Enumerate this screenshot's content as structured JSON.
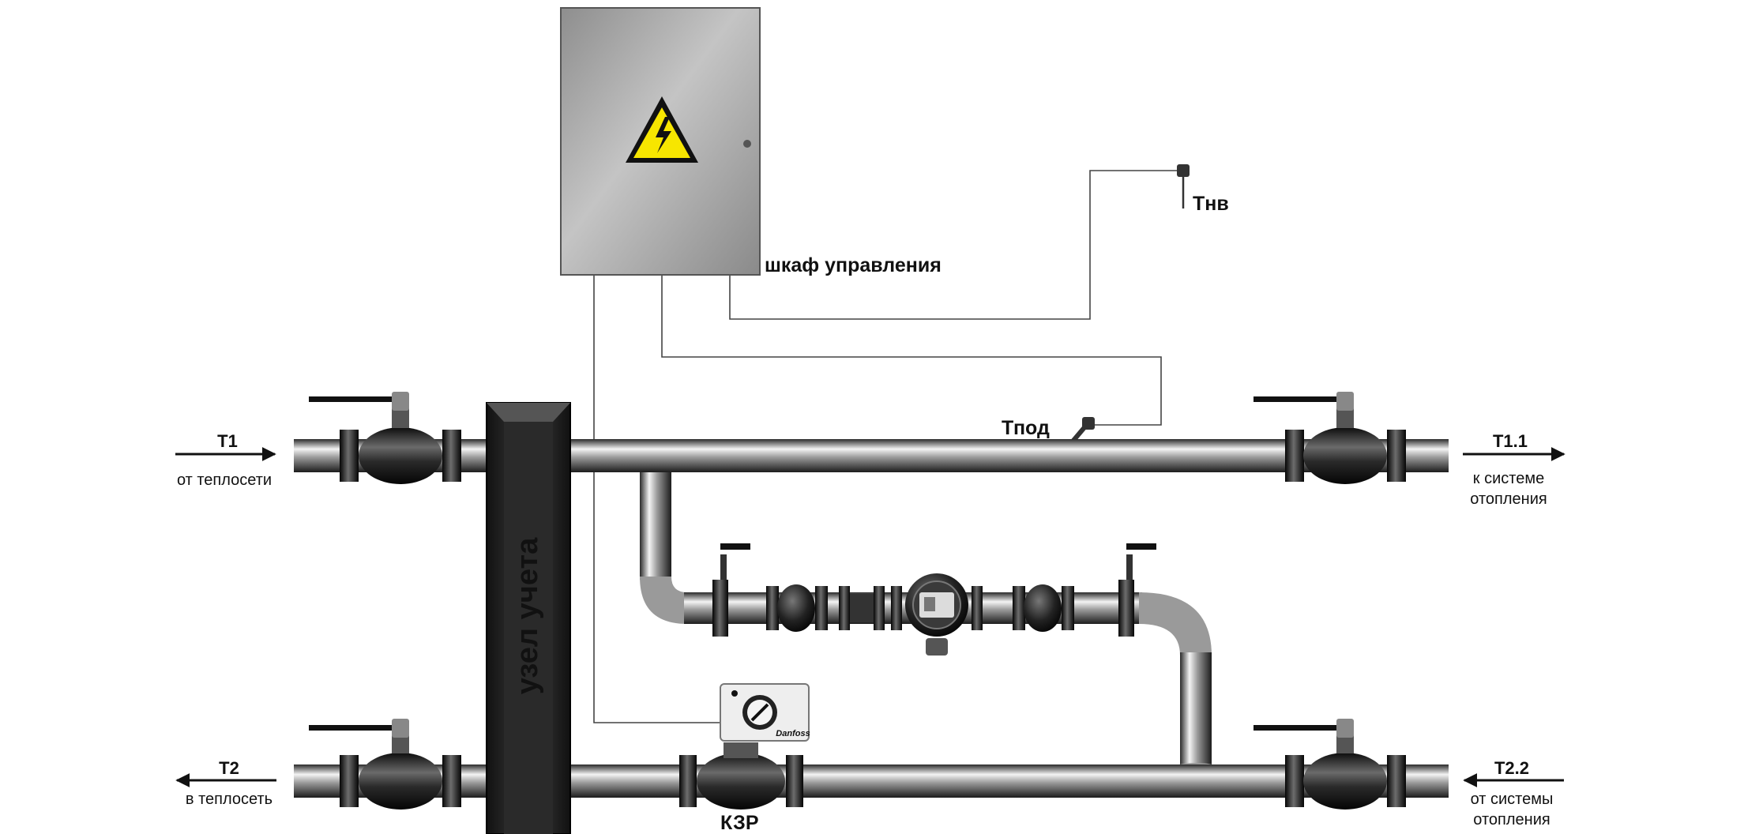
{
  "cabinet": {
    "label": "шкаф управления"
  },
  "sensors": {
    "outdoor": "Тнв",
    "supply": "Тпод"
  },
  "meter_unit": {
    "label": "узел учета"
  },
  "valve_kzr": {
    "label": "КЗР",
    "brand": "Danfoss"
  },
  "ports": {
    "t1": {
      "code": "Т1",
      "line1": "от теплосети",
      "line2": ""
    },
    "t11": {
      "code": "Т1.1",
      "line1": "к системе",
      "line2": "отопления"
    },
    "t2": {
      "code": "Т2",
      "line1": "в теплосеть",
      "line2": ""
    },
    "t22": {
      "code": "Т2.2",
      "line1": "от системы",
      "line2": "отопления"
    }
  },
  "colors": {
    "pipe": "#8c8c8c",
    "metal_dark": "#1a1a1a",
    "cabinet": "#a8a8a8",
    "warning": "#f7e600"
  }
}
